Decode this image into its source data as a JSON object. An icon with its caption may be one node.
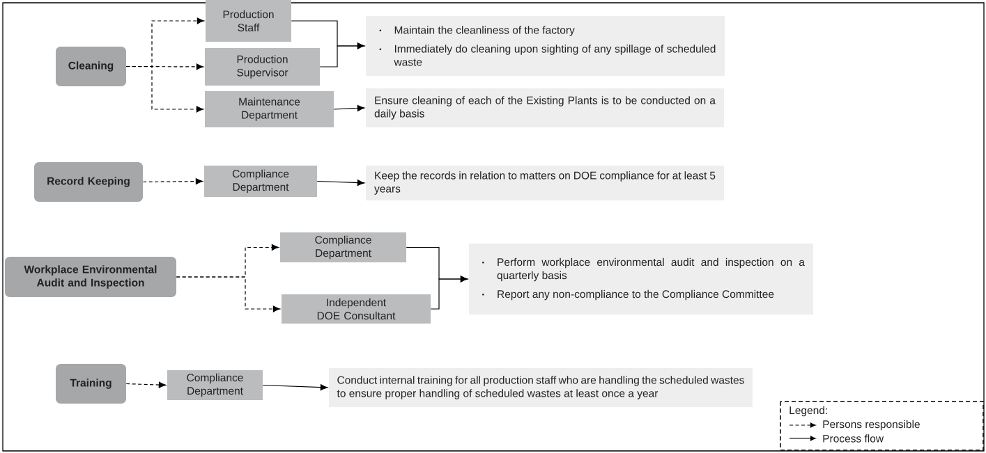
{
  "diagram": {
    "nodes": [
      {
        "text": [
          "Cleaning"
        ]
      },
      {
        "text": [
          "Production Staff"
        ]
      },
      {
        "text": [
          "Production Supervisor"
        ]
      },
      {
        "text": [
          "Maintenance Department"
        ]
      },
      {
        "text": [
          "Maintain the cleanliness of the factory",
          "Immediately do cleaning upon sighting of any spillage of scheduled waste"
        ]
      },
      {
        "text": [
          "Ensure cleaning of each of the Existing Plants is to be conducted on a daily basis"
        ]
      },
      {
        "text": [
          "Record Keeping"
        ]
      },
      {
        "text": [
          "Compliance Department"
        ]
      },
      {
        "text": [
          "Keep the records in relation to matters on DOE compliance for at least 5 years"
        ]
      },
      {
        "text": [
          "Workplace Environmental Audit and Inspection"
        ]
      },
      {
        "text": [
          "Compliance Department"
        ]
      },
      {
        "text": [
          "Independent DOE Consultant"
        ]
      },
      {
        "text": [
          "Perform workplace environmental audit and inspection on a quarterly basis",
          "Report any non-compliance to the Compliance Committee"
        ]
      },
      {
        "text": [
          "Training"
        ]
      },
      {
        "text": [
          "Compliance Department"
        ]
      },
      {
        "text": [
          "Conduct internal training for all production staff who are handling the scheduled wastes to ensure proper handling of scheduled wastes at least once a year"
        ]
      }
    ],
    "edges": [
      {
        "from": 0,
        "to": 1,
        "arrow": "to",
        "style": "dashed"
      },
      {
        "from": 0,
        "to": 2,
        "arrow": "to",
        "style": "dashed"
      },
      {
        "from": 0,
        "to": 3,
        "arrow": "to",
        "style": "dashed"
      },
      {
        "from": 1,
        "to": 4,
        "arrow": "to"
      },
      {
        "from": 2,
        "to": 4,
        "arrow": "to"
      },
      {
        "from": 3,
        "to": 5,
        "arrow": "to"
      },
      {
        "from": 6,
        "to": 7,
        "arrow": "to",
        "style": "dashed"
      },
      {
        "from": 7,
        "to": 8,
        "arrow": "to"
      },
      {
        "from": 9,
        "to": 10,
        "arrow": "to",
        "style": "dashed"
      },
      {
        "from": 9,
        "to": 11,
        "arrow": "to",
        "style": "dashed"
      },
      {
        "from": 10,
        "to": 12,
        "arrow": "to"
      },
      {
        "from": 11,
        "to": 12,
        "arrow": "to"
      },
      {
        "from": 13,
        "to": 14,
        "arrow": "to",
        "style": "dashed"
      },
      {
        "from": 14,
        "to": 15,
        "arrow": "to"
      }
    ],
    "labels": [
      "Legend:"
    ],
    "legend": [
      {
        "text": "Persons responsible"
      },
      {
        "text": "Process flow"
      }
    ]
  }
}
